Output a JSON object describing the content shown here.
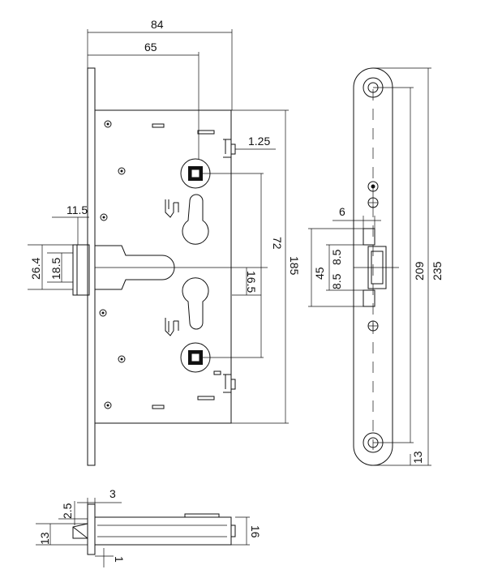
{
  "dimensions": {
    "d84": "84",
    "d65": "65",
    "d1_25": "1.25",
    "d72": "72",
    "d11_5": "11.5",
    "d26_4": "26.4",
    "d18_5": "18.5",
    "d16_5": "16.5",
    "d185": "185",
    "d6": "6",
    "d8_5a": "8.5",
    "d8_5b": "8.5",
    "d45": "45",
    "d209": "209",
    "d235": "235",
    "d13_plate": "13",
    "d3": "3",
    "d2_5": "2.5",
    "d13_side": "13",
    "d16": "16",
    "d1": "1"
  }
}
